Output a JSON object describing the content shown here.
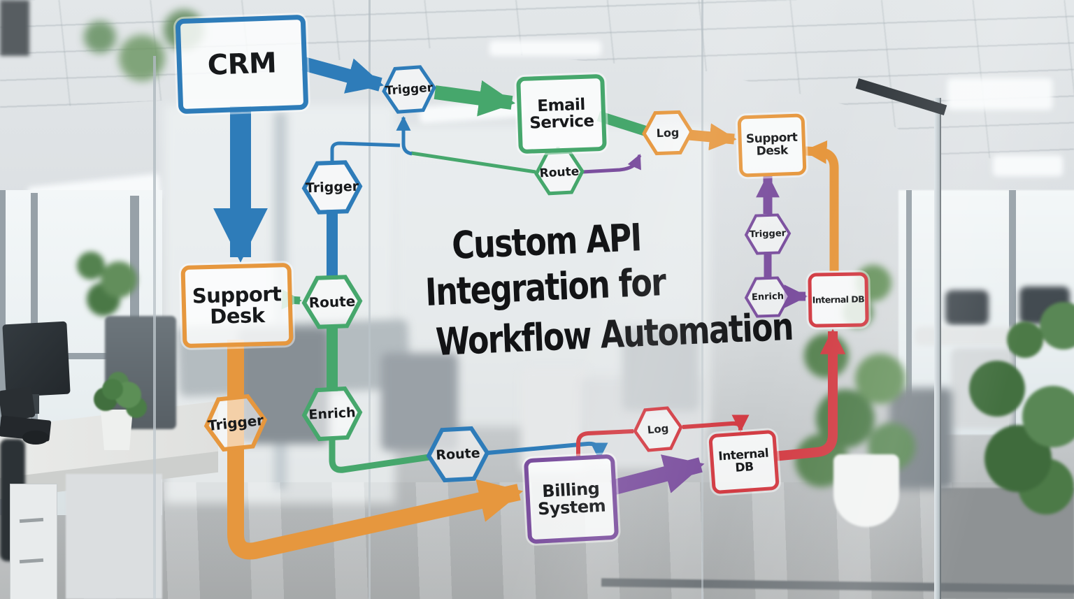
{
  "title": {
    "lines": [
      "Custom API",
      "Integration for",
      "Workflow Automation"
    ],
    "color": "#121315"
  },
  "palette": {
    "blue": "#2e7cb9",
    "green": "#46a76c",
    "orange": "#e6973e",
    "purple": "#7b4f9e",
    "red": "#d23b43",
    "label_text": "#17191b",
    "sticker_fill": "rgba(255,255,255,0.84)"
  },
  "nodes": {
    "crm": {
      "label": "CRM",
      "color": "#2e7cb9"
    },
    "email_service": {
      "label": "Email Service",
      "color": "#46a76c"
    },
    "support_desk_top": {
      "label": "Support Desk",
      "color": "#e6973e"
    },
    "support_desk_left": {
      "label": "Support Desk",
      "color": "#e6973e"
    },
    "billing_system": {
      "label": "Billing System",
      "color": "#7b4f9e"
    },
    "internal_db_bottom": {
      "label": "Internal DB",
      "color": "#d23b43"
    },
    "internal_db_right": {
      "label": "Internal DB",
      "color": "#d23b43"
    }
  },
  "hexagons": {
    "trigger_top": {
      "label": "Trigger",
      "color": "#2e7cb9"
    },
    "route_email": {
      "label": "Route",
      "color": "#46a76c"
    },
    "log_top": {
      "label": "Log",
      "color": "#e6973e"
    },
    "trigger_left": {
      "label": "Trigger",
      "color": "#2e7cb9"
    },
    "route_left": {
      "label": "Route",
      "color": "#46a76c"
    },
    "enrich_left": {
      "label": "Enrich",
      "color": "#46a76c"
    },
    "trigger_bottom_left": {
      "label": "Trigger",
      "color": "#e6973e"
    },
    "route_bottom": {
      "label": "Route",
      "color": "#2e7cb9"
    },
    "log_bottom": {
      "label": "Log",
      "color": "#d23b43"
    },
    "trigger_right": {
      "label": "Trigger",
      "color": "#7b4f9e"
    },
    "enrich_right": {
      "label": "Enrich",
      "color": "#7b4f9e"
    }
  },
  "connections": [
    {
      "from": "CRM",
      "to": "Trigger (top)",
      "color": "blue"
    },
    {
      "from": "Trigger (top)",
      "to": "Email Service",
      "color": "green"
    },
    {
      "from": "CRM",
      "to": "Support Desk (left)",
      "color": "blue"
    },
    {
      "from": "Email Service",
      "to": "Route (email)",
      "color": "green"
    },
    {
      "from": "Route (email)",
      "to": "Trigger (top)",
      "color": "green-blue feedback"
    },
    {
      "from": "Route (email)",
      "to": "Log (top)",
      "color": "purple"
    },
    {
      "from": "Email Service",
      "to": "Log (top)",
      "color": "green"
    },
    {
      "from": "Log (top)",
      "to": "Support Desk (top)",
      "color": "orange"
    },
    {
      "from": "Internal DB (right)",
      "to": "Support Desk (top)",
      "color": "orange"
    },
    {
      "from": "Trigger (right)",
      "to": "Support Desk (top)",
      "color": "purple"
    },
    {
      "from": "Enrich (right)",
      "to": "Internal DB (right)",
      "color": "purple"
    },
    {
      "from": "Internal DB (bottom)",
      "to": "Internal DB (right)",
      "color": "red"
    },
    {
      "from": "Support Desk (left)",
      "to": "Route (left)",
      "color": "green"
    },
    {
      "from": "Trigger (left)",
      "to": "Route (left)",
      "color": "blue"
    },
    {
      "from": "Route (left)",
      "to": "Enrich (left)",
      "color": "green"
    },
    {
      "from": "Enrich (left)",
      "to": "Route (bottom)",
      "color": "green"
    },
    {
      "from": "Route (bottom)",
      "to": "Billing System",
      "color": "blue"
    },
    {
      "from": "Support Desk (left)",
      "to": "Billing System",
      "color": "orange"
    },
    {
      "from": "Billing System",
      "to": "Log (bottom)",
      "color": "red"
    },
    {
      "from": "Log (bottom)",
      "to": "Internal DB (bottom)",
      "color": "red"
    },
    {
      "from": "Billing System",
      "to": "Internal DB (bottom)",
      "color": "purple"
    }
  ]
}
